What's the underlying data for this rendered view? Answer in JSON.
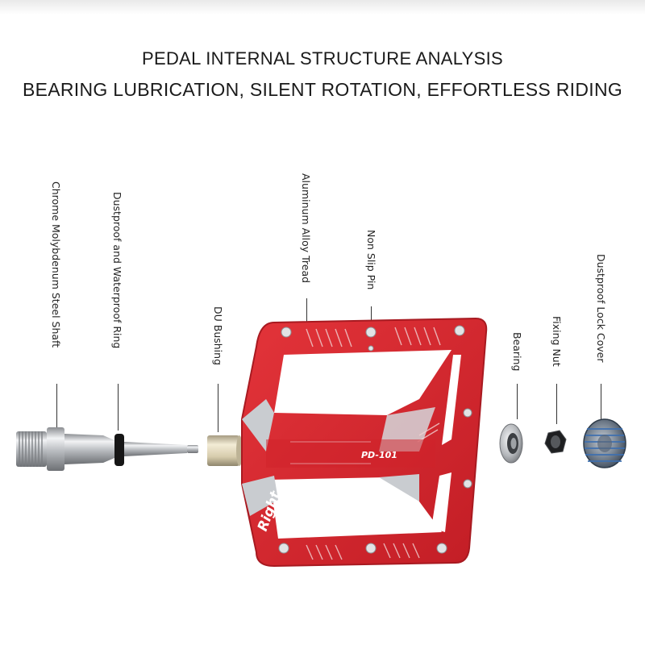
{
  "header": {
    "title": "PEDAL INTERNAL STRUCTURE ANALYSIS",
    "subtitle": "BEARING LUBRICATION, SILENT ROTATION, EFFORTLESS RIDING"
  },
  "callouts": {
    "shaft": "Chrome Molybdenum Steel Shaft",
    "ring": "Dustproof and Waterproof Ring",
    "bushing": "DU Bushing",
    "tread": "Aluminum Alloy Tread",
    "pin": "Non Slip Pin",
    "bearing": "Bearing",
    "nut": "Fixing Nut",
    "cover": "Dustproof Lock Cover"
  },
  "pedal": {
    "model": "PD-101",
    "side": "Right"
  },
  "colors": {
    "pedal_red": "#d7262e",
    "pedal_dark_red": "#a81a21",
    "silver": "#c9ccd0",
    "bushing_gold": "#d9cfb3",
    "seal_blue": "#3d6fb0"
  }
}
